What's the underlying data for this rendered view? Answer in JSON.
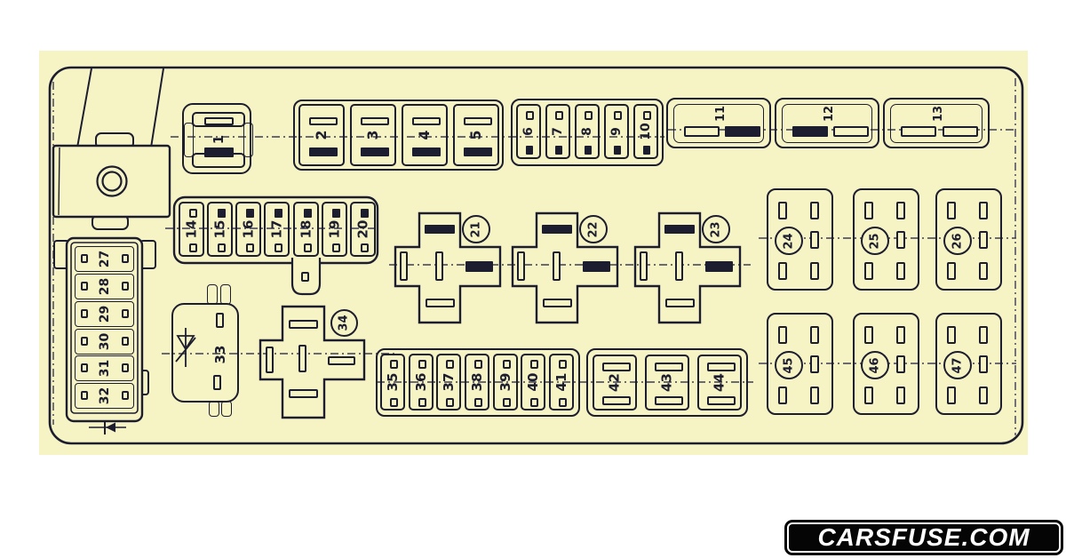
{
  "diagram": {
    "title": "fuse-box-layout-diagram",
    "colors": {
      "panel_bg": "#f6f4c4",
      "ink": "#1d1d30",
      "page_bg": "#ffffff",
      "watermark_bg": "#050505",
      "watermark_fg": "#ffffff"
    },
    "watermark": {
      "text": "CARSFUSE.COM"
    },
    "fuses": {
      "f1": "1",
      "row2_5": [
        "2",
        "3",
        "4",
        "5"
      ],
      "row6_10": [
        "6",
        "7",
        "8",
        "9",
        "10"
      ],
      "row11_13": [
        "11",
        "12",
        "13"
      ],
      "strip14_20": [
        "14",
        "15",
        "16",
        "17",
        "18",
        "19",
        "20"
      ],
      "relays21_23": [
        "21",
        "22",
        "23"
      ],
      "relays24_26": [
        "24",
        "25",
        "26"
      ],
      "left27_32": [
        "27",
        "28",
        "29",
        "30",
        "31",
        "32"
      ],
      "c33": "33",
      "r34": "34",
      "strip35_41": [
        "35",
        "36",
        "37",
        "38",
        "39",
        "40",
        "41"
      ],
      "group42_44": [
        "42",
        "43",
        "44"
      ],
      "relays45_47": [
        "45",
        "46",
        "47"
      ]
    }
  }
}
